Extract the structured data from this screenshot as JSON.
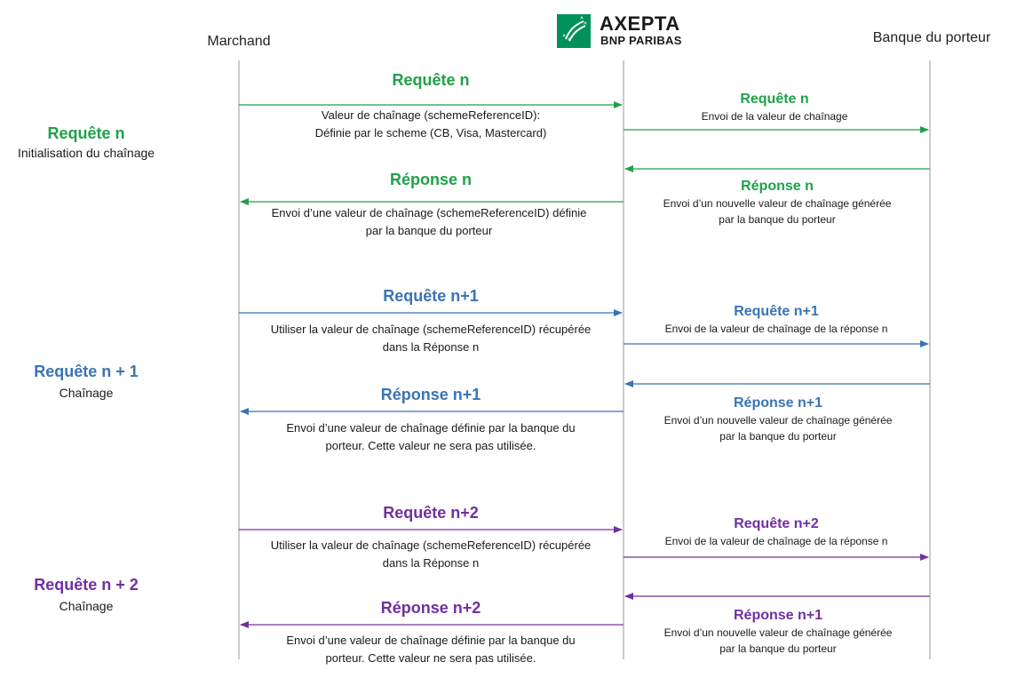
{
  "actors": {
    "merchant": "Marchand",
    "issuer": "Banque du porteur"
  },
  "logo": {
    "name": "AXEPTA",
    "sub": "BNP PARIBAS"
  },
  "colors": {
    "step1": "#1fa148",
    "step2": "#3a74b3",
    "step3": "#7030a0",
    "lifeline": "#9a9a9a"
  },
  "side": {
    "s1": {
      "title": "Requête n",
      "subtitle": "Initialisation du chaînage"
    },
    "s2": {
      "title": "Requête n + 1",
      "subtitle": "Chaînage"
    },
    "s3": {
      "title": "Requête n + 2",
      "subtitle": "Chaînage"
    }
  },
  "step1": {
    "left_req_title": "Requête n",
    "left_req_l1": "Valeur de chaînage (schemeReferenceID):",
    "left_req_l2": "Définie par le scheme (CB, Visa, Mastercard)",
    "right_req_title": "Requête n",
    "right_req_desc": "Envoi de la valeur de chaînage",
    "left_resp_title": "Réponse n",
    "left_resp_l1": "Envoi d’une valeur de chaînage (schemeReferenceID) définie",
    "left_resp_l2": "par la banque du porteur",
    "right_resp_title": "Réponse n",
    "right_resp_l1": "Envoi d’un nouvelle valeur de chaînage générée",
    "right_resp_l2": "par la banque du porteur"
  },
  "step2": {
    "left_req_title": "Requête n+1",
    "left_req_l1": "Utiliser la valeur de chaînage (schemeReferenceID) récupérée",
    "left_req_l2": "dans la Réponse n",
    "right_req_title": "Requête n+1",
    "right_req_desc": "Envoi de la valeur de chaînage de la réponse n",
    "left_resp_title": "Réponse n+1",
    "left_resp_l1": "Envoi d’une valeur de chaînage définie par la banque du",
    "left_resp_l2": "porteur. Cette valeur ne sera pas utilisée.",
    "right_resp_title": "Réponse n+1",
    "right_resp_l1": "Envoi d’un nouvelle valeur de chaînage générée",
    "right_resp_l2": "par la banque du porteur"
  },
  "step3": {
    "left_req_title": "Requête n+2",
    "left_req_l1": "Utiliser la valeur de chaînage (schemeReferenceID) récupérée",
    "left_req_l2": "dans la Réponse n",
    "right_req_title": "Requête n+2",
    "right_req_desc": "Envoi de la valeur de chaînage de la réponse n",
    "left_resp_title": "Réponse n+2",
    "left_resp_l1": "Envoi d’une valeur de chaînage définie par la banque du",
    "left_resp_l2": "porteur. Cette valeur ne sera pas utilisée.",
    "right_resp_title": "Réponse n+1",
    "right_resp_l1": "Envoi d’un nouvelle valeur de chaînage générée",
    "right_resp_l2": "par la banque du porteur"
  }
}
